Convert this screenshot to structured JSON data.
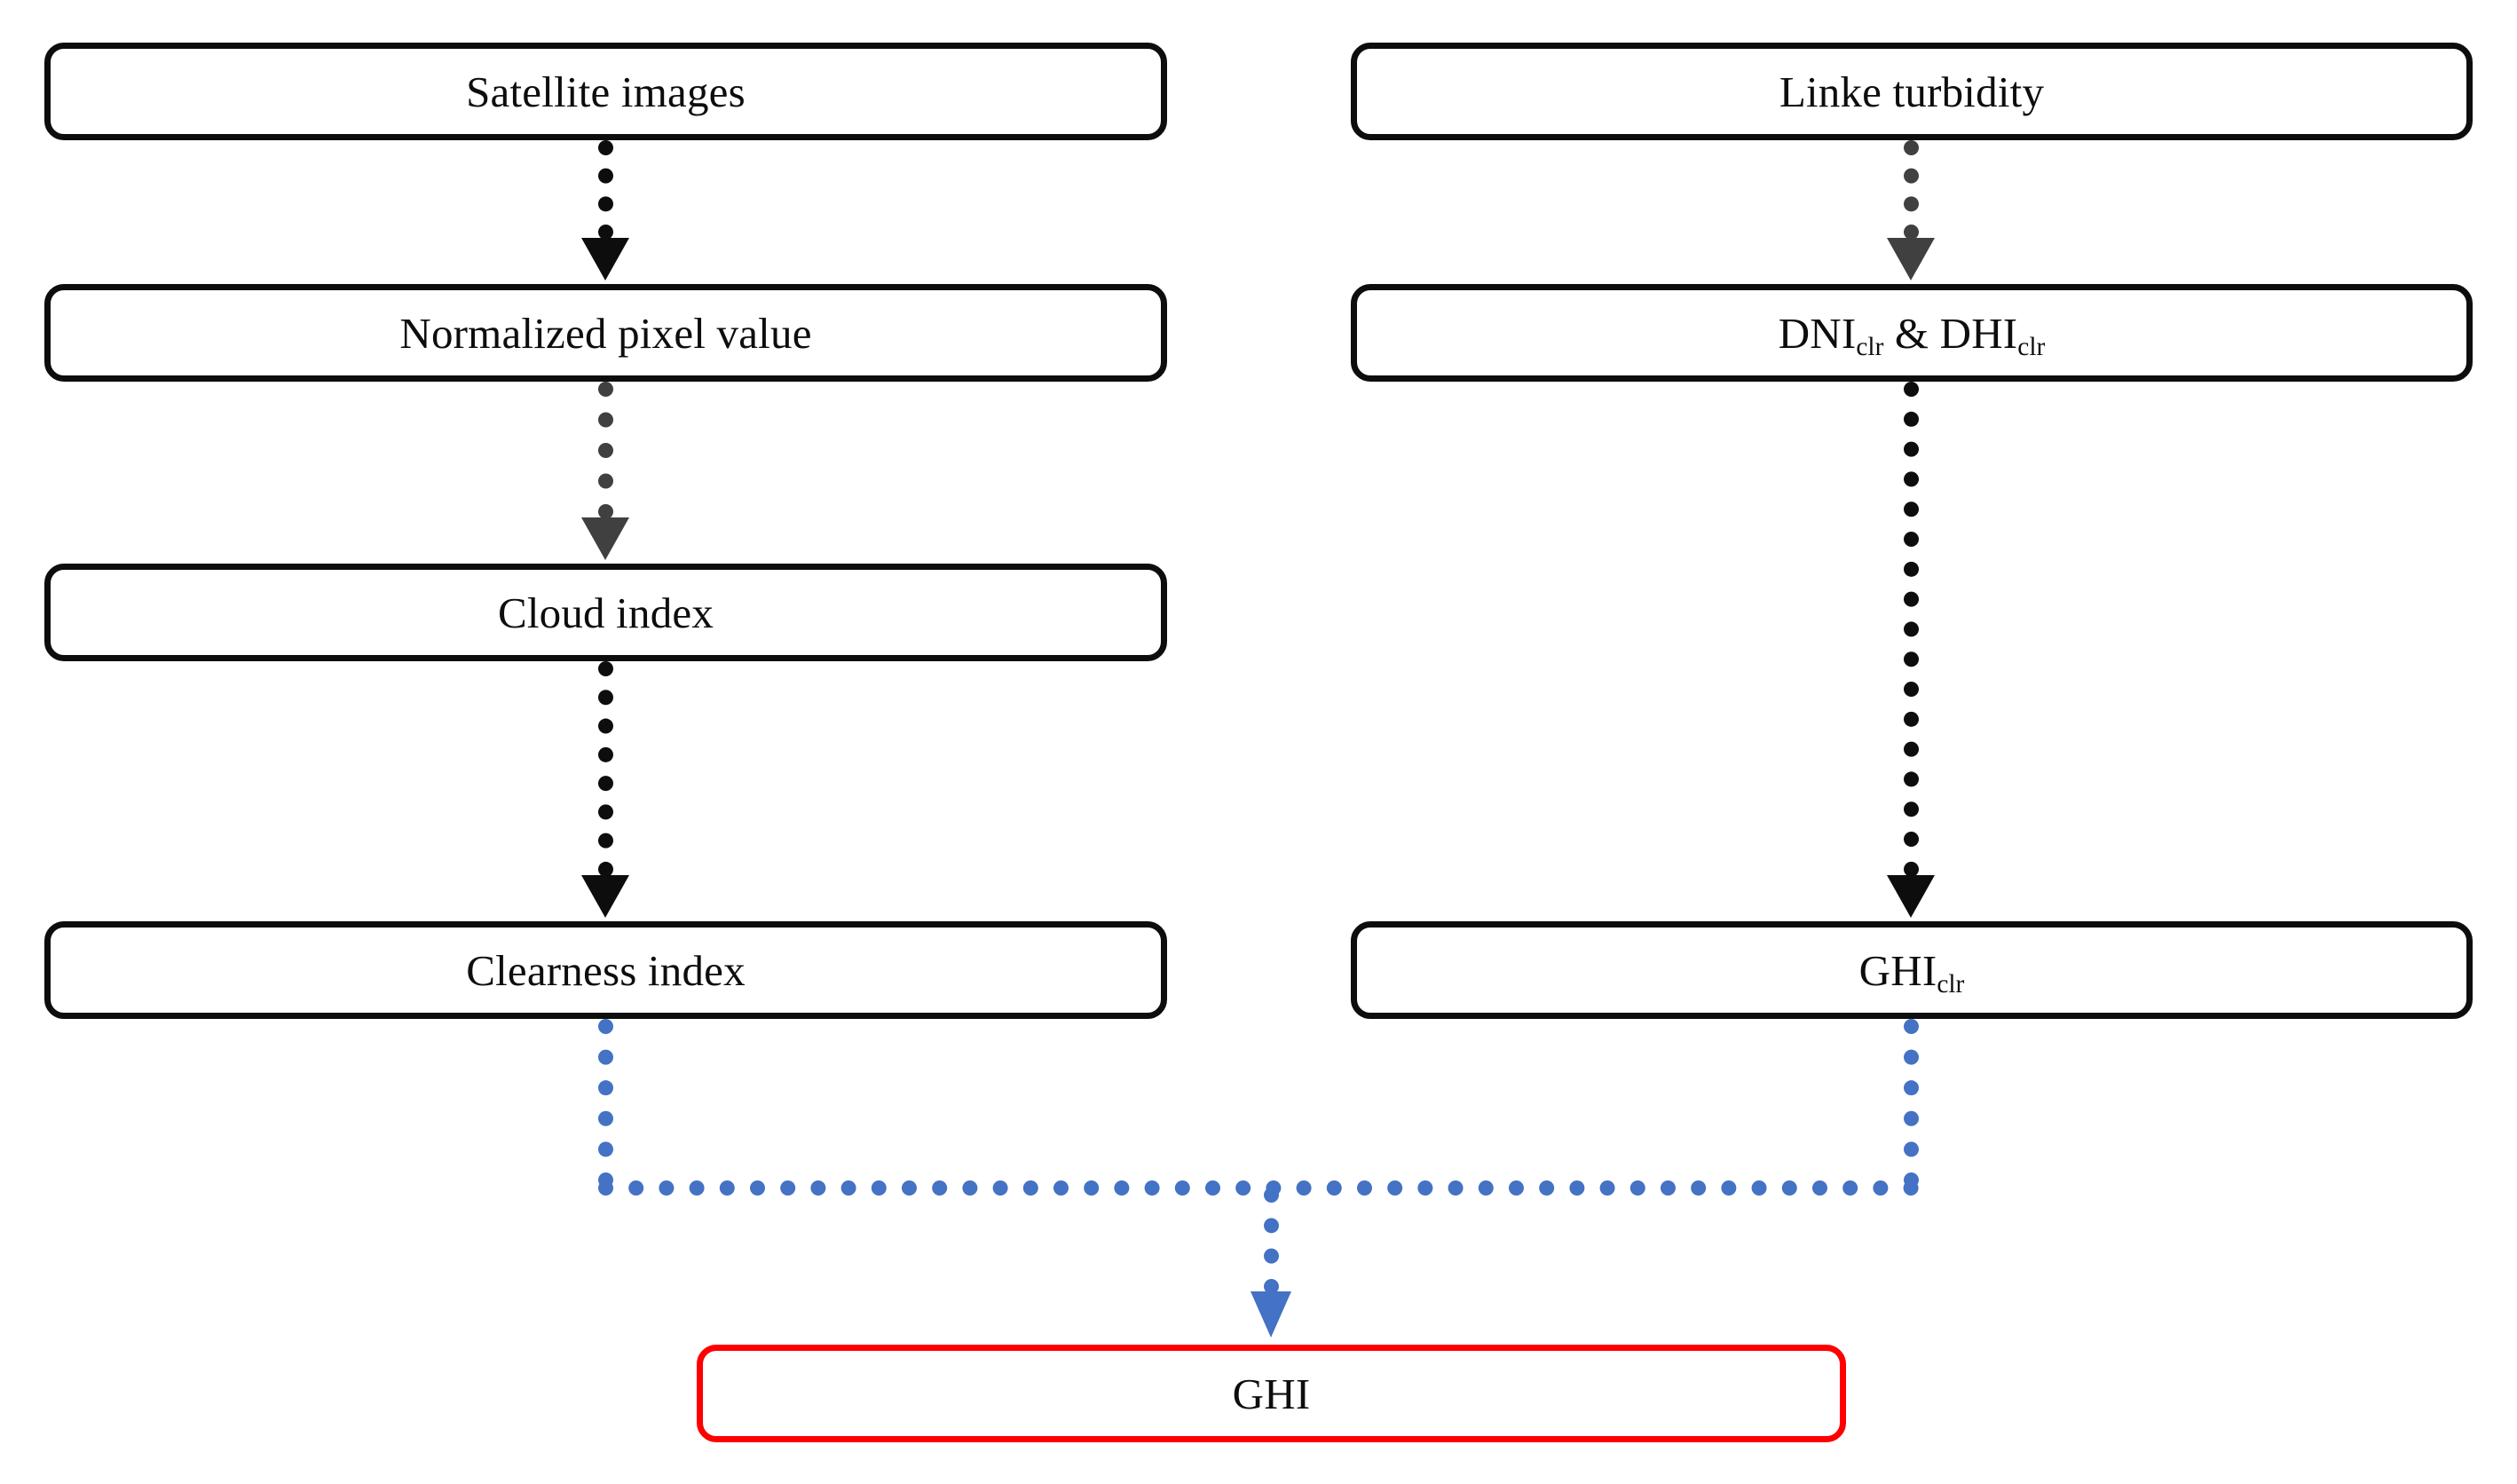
{
  "diagram": {
    "title": "GHI estimation flowchart",
    "colors": {
      "box_border": "#0d0d0d",
      "highlight_box_border": "#ff0000",
      "arrow_black": "#0d0d0d",
      "arrow_gray": "#404040",
      "arrow_blue": "#4472c4",
      "background": "#ffffff"
    },
    "nodes": [
      {
        "id": "satellite-images",
        "label": "Satellite images",
        "sub": "",
        "label2": "",
        "sub2": "",
        "column": "left",
        "row": 1,
        "style": "black"
      },
      {
        "id": "normalized-pixel",
        "label": "Normalized pixel value",
        "sub": "",
        "label2": "",
        "sub2": "",
        "column": "left",
        "row": 2,
        "style": "black"
      },
      {
        "id": "cloud-index",
        "label": "Cloud index",
        "sub": "",
        "label2": "",
        "sub2": "",
        "column": "left",
        "row": 3,
        "style": "black"
      },
      {
        "id": "clearness-index",
        "label": "Clearness index",
        "sub": "",
        "label2": "",
        "sub2": "",
        "column": "left",
        "row": 4,
        "style": "black"
      },
      {
        "id": "linke-turbidity",
        "label": "Linke turbidity",
        "sub": "",
        "label2": "",
        "sub2": "",
        "column": "right",
        "row": 1,
        "style": "black"
      },
      {
        "id": "dni-dhi-clr",
        "label": "DNI",
        "sub": "clr",
        "label2": " & DHI",
        "sub2": "clr",
        "column": "right",
        "row": 2,
        "style": "black"
      },
      {
        "id": "ghi-clr",
        "label": "GHI",
        "sub": "clr",
        "label2": "",
        "sub2": "",
        "column": "right",
        "row": 3,
        "style": "black"
      },
      {
        "id": "ghi-output",
        "label": "GHI",
        "sub": "",
        "label2": "",
        "sub2": "",
        "column": "center",
        "row": 5,
        "style": "red"
      }
    ],
    "edges": [
      {
        "id": "edge-satellite-to-normalized",
        "from": "satellite-images",
        "to": "normalized-pixel",
        "color": "#0d0d0d",
        "style": "dotted"
      },
      {
        "id": "edge-normalized-to-cloud",
        "from": "normalized-pixel",
        "to": "cloud-index",
        "color": "#404040",
        "style": "dotted"
      },
      {
        "id": "edge-cloud-to-clearness",
        "from": "cloud-index",
        "to": "clearness-index",
        "color": "#0d0d0d",
        "style": "dotted"
      },
      {
        "id": "edge-linke-to-dnidhi",
        "from": "linke-turbidity",
        "to": "dni-dhi-clr",
        "color": "#404040",
        "style": "dotted"
      },
      {
        "id": "edge-dnidhi-to-ghiclr",
        "from": "dni-dhi-clr",
        "to": "ghi-clr",
        "color": "#0d0d0d",
        "style": "dotted"
      },
      {
        "id": "edge-clearness-to-ghi",
        "from": "clearness-index",
        "to": "ghi-output",
        "color": "#4472c4",
        "style": "dotted"
      },
      {
        "id": "edge-ghiclr-to-ghi",
        "from": "ghi-clr",
        "to": "ghi-output",
        "color": "#4472c4",
        "style": "dotted"
      }
    ],
    "text": {
      "satellite_images": "Satellite images",
      "normalized_pixel_value": "Normalized pixel value",
      "cloud_index": "Cloud index",
      "clearness_index": "Clearness index",
      "linke_turbidity": "Linke turbidity",
      "dni_clr_main": "DNI",
      "dni_clr_sub": "clr",
      "amp_dhi_main": " & DHI",
      "dhi_clr_sub": "clr",
      "ghi_clr_main": "GHI",
      "ghi_clr_sub": "clr",
      "ghi_output": "GHI"
    }
  }
}
